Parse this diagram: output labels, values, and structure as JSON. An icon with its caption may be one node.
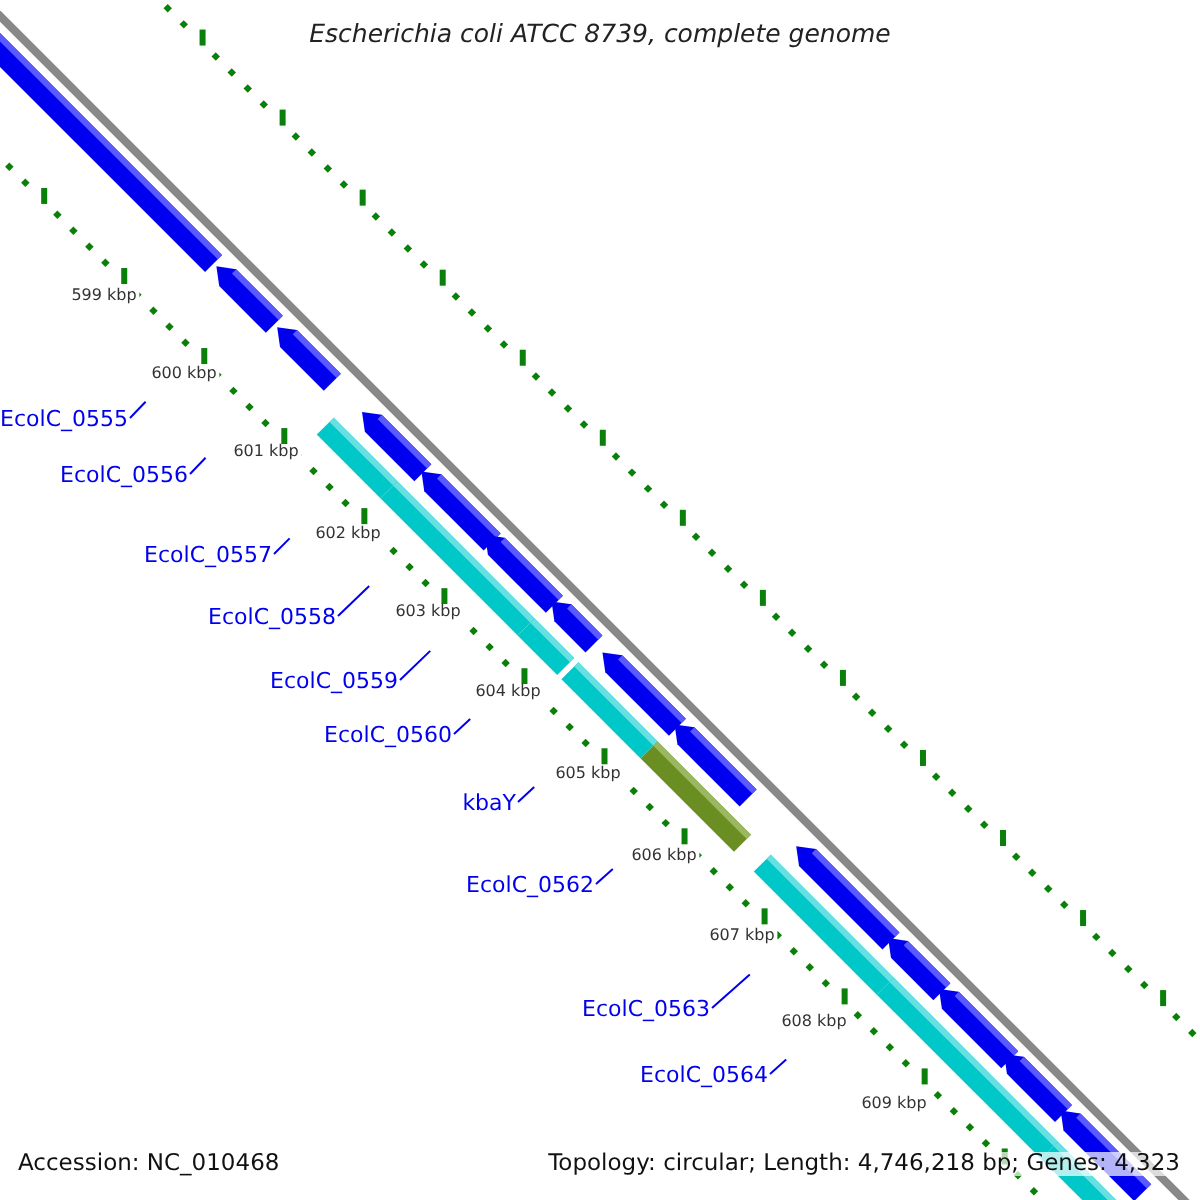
{
  "diagram": {
    "title": "Escherichia coli ATCC 8739, complete genome",
    "nodes": [
      {
        "text": [
          "EcolC_0555"
        ]
      },
      {
        "text": [
          "EcolC_0556"
        ]
      },
      {
        "text": [
          "EcolC_0557"
        ]
      },
      {
        "text": [
          "EcolC_0558"
        ]
      },
      {
        "text": [
          "EcolC_0559"
        ]
      },
      {
        "text": [
          "EcolC_0560"
        ]
      },
      {
        "text": [
          "kbaY"
        ]
      },
      {
        "text": [
          "EcolC_0562"
        ]
      },
      {
        "text": [
          "EcolC_0563"
        ]
      },
      {
        "text": [
          "EcolC_0564"
        ]
      }
    ],
    "edges": [
      {
        "from": 0,
        "to": null,
        "arrow": "none"
      },
      {
        "from": 1,
        "to": null,
        "arrow": "none"
      },
      {
        "from": 2,
        "to": null,
        "arrow": "none"
      },
      {
        "from": 3,
        "to": null,
        "arrow": "none"
      },
      {
        "from": 4,
        "to": null,
        "arrow": "none"
      },
      {
        "from": 5,
        "to": null,
        "arrow": "none"
      },
      {
        "from": 6,
        "to": null,
        "arrow": "none"
      },
      {
        "from": 7,
        "to": null,
        "arrow": "none"
      },
      {
        "from": 8,
        "to": null,
        "arrow": "none"
      },
      {
        "from": 9,
        "to": null,
        "arrow": "none"
      }
    ],
    "labels": [
      "599 kbp",
      "600 kbp",
      "601 kbp",
      "602 kbp",
      "603 kbp",
      "604 kbp",
      "605 kbp",
      "606 kbp",
      "607 kbp",
      "608 kbp",
      "609 kbp",
      "Accession: NC_010468",
      "Topology: circular; Length: 4,746,218 bp; Genes: 4,323"
    ]
  }
}
